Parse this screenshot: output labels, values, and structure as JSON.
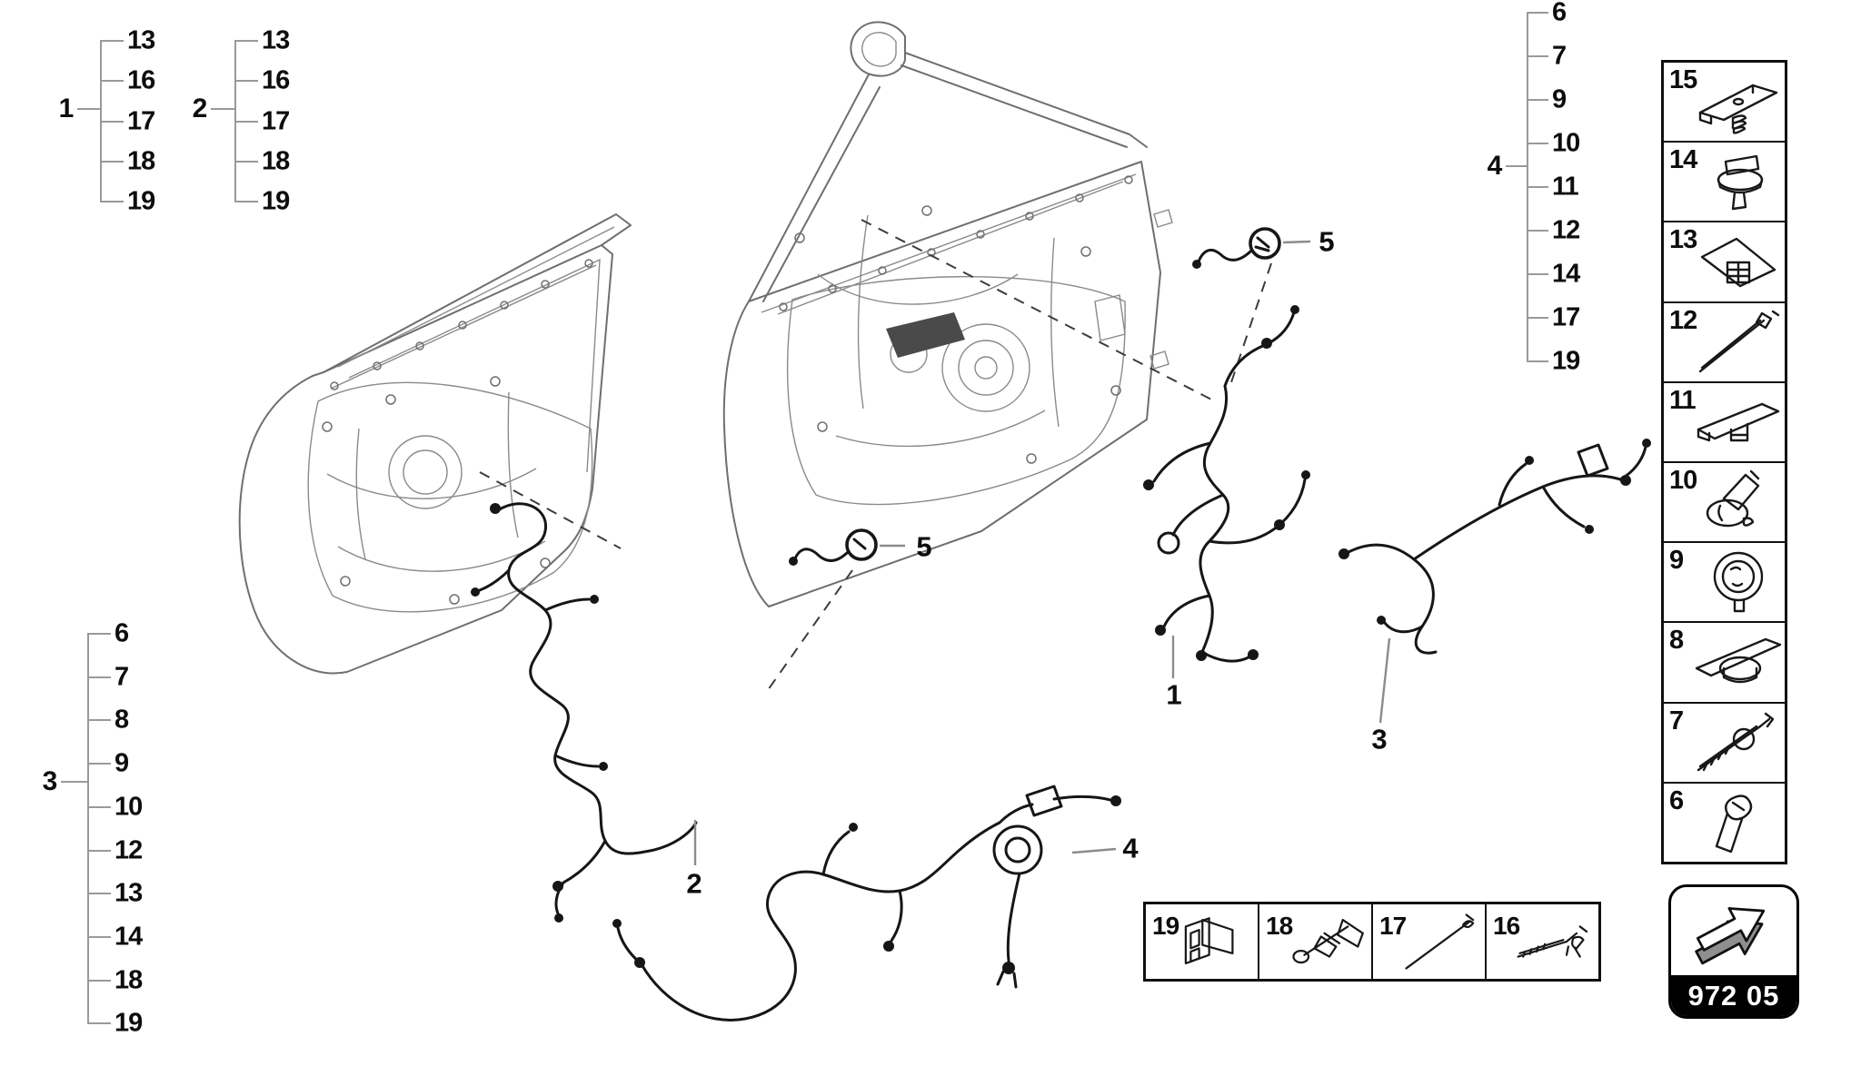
{
  "code_badge": {
    "label": "972 05"
  },
  "callout_groups": [
    {
      "id": "1",
      "items": [
        "13",
        "16",
        "17",
        "18",
        "19"
      ]
    },
    {
      "id": "2",
      "items": [
        "13",
        "16",
        "17",
        "18",
        "19"
      ]
    },
    {
      "id": "3",
      "items": [
        "6",
        "7",
        "8",
        "9",
        "10",
        "12",
        "13",
        "14",
        "18",
        "19"
      ]
    },
    {
      "id": "4",
      "items": [
        "6",
        "7",
        "9",
        "10",
        "11",
        "12",
        "14",
        "17",
        "19"
      ]
    }
  ],
  "harness_labels": [
    {
      "id": "1"
    },
    {
      "id": "2"
    },
    {
      "id": "3"
    },
    {
      "id": "4"
    },
    {
      "id": "5"
    },
    {
      "id": "5"
    }
  ],
  "parts_sidebar": [
    {
      "num": "15",
      "icon": "rail-clip-stud-icon"
    },
    {
      "num": "14",
      "icon": "push-rivet-icon"
    },
    {
      "num": "13",
      "icon": "bracket-clip-icon"
    },
    {
      "num": "12",
      "icon": "cable-tie-long-icon"
    },
    {
      "num": "11",
      "icon": "rail-mount-icon"
    },
    {
      "num": "10",
      "icon": "boot-grommet-icon"
    },
    {
      "num": "9",
      "icon": "round-grommet-icon"
    },
    {
      "num": "8",
      "icon": "rail-grommet-icon"
    },
    {
      "num": "7",
      "icon": "screw-tie-icon"
    },
    {
      "num": "6",
      "icon": "sleeve-connector-icon"
    }
  ],
  "parts_bottom": [
    {
      "num": "19",
      "icon": "connector-box-icon"
    },
    {
      "num": "18",
      "icon": "bolt-clip-icon"
    },
    {
      "num": "17",
      "icon": "cable-tie-straight-icon"
    },
    {
      "num": "16",
      "icon": "tie-fir-clip-icon"
    }
  ],
  "colors": {
    "line_art": "#6f6f6f",
    "harness": "#161616",
    "leader": "#999999",
    "text": "#0d0d0d",
    "badge_bg": "#000000",
    "badge_text": "#ffffff",
    "page_bg": "#ffffff"
  }
}
